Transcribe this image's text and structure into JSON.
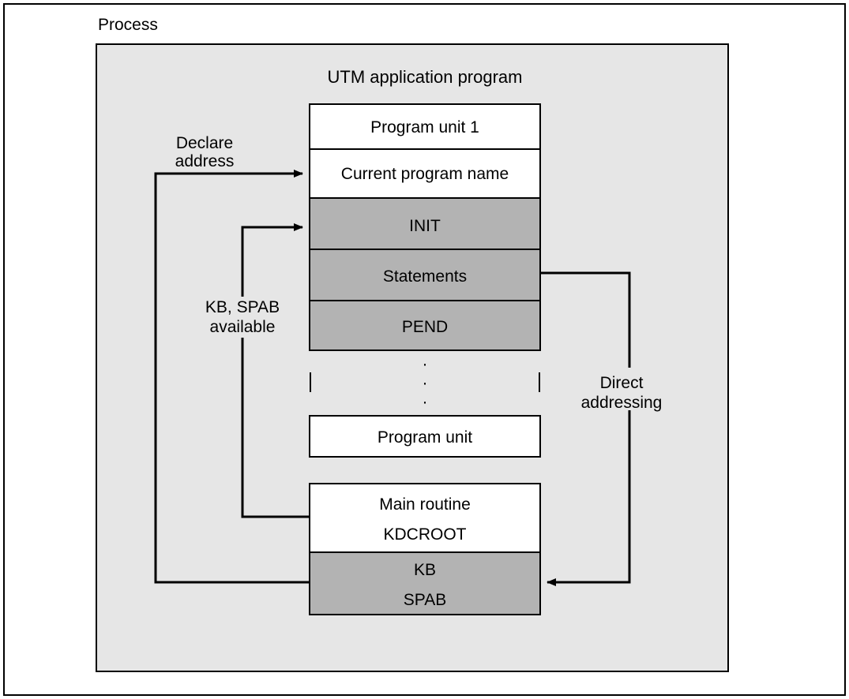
{
  "figure": {
    "process_label": "Process",
    "title": "UTM application program",
    "colors": {
      "panel_background": "#e6e6e6",
      "white_box": "#ffffff",
      "gray_box": "#b3b3b3",
      "line": "#000000",
      "page_background": "#ffffff"
    }
  },
  "blocks": {
    "program_unit_1": "Program unit 1",
    "current_program_name": "Current program name",
    "init": "INIT",
    "statements": "Statements",
    "pend": "PEND",
    "program_unit": "Program unit",
    "main_routine_line1": "Main routine",
    "main_routine_line2": "KDCROOT",
    "kb": "KB",
    "spab": "SPAB"
  },
  "annotations": {
    "declare_address_line1": "Declare",
    "declare_address_line2": "address",
    "kb_spab_available_line1": "KB, SPAB",
    "kb_spab_available_line2": "available",
    "direct_addressing_line1": "Direct",
    "direct_addressing_line2": "addressing"
  },
  "ellipsis": {
    "dots": [
      "·",
      "·",
      "·"
    ]
  }
}
